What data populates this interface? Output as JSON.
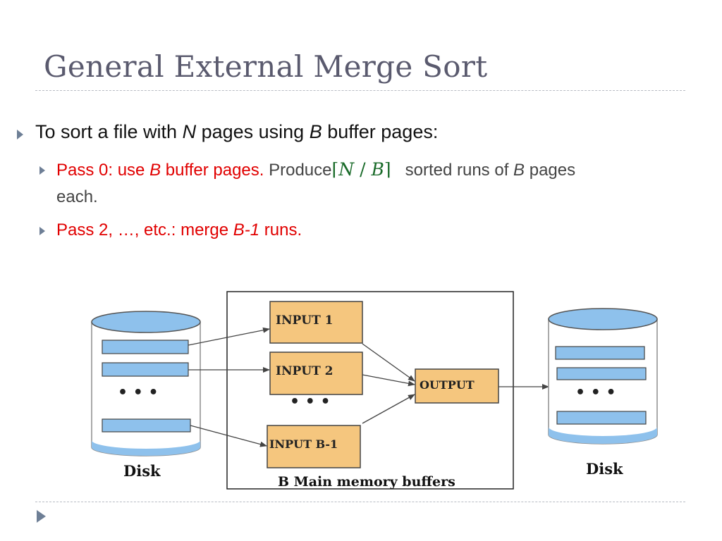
{
  "slide": {
    "title": "General External Merge Sort",
    "bullet1": {
      "pre": "To sort a file with ",
      "n": "N",
      "mid": " pages using ",
      "b": "B",
      "post": " buffer pages:"
    },
    "bullet2": {
      "red_part1": "Pass 0: use ",
      "red_b": "B",
      "red_part2": " buffer pages.",
      "produce": " Produce",
      "math_n": "N",
      "math_slash": " / ",
      "math_b": "B",
      "after_math": "sorted runs of ",
      "b2": "B",
      "pages": " pages",
      "line2": "each."
    },
    "bullet3": {
      "red_part": "Pass 2, …,  etc.:",
      "merge": " merge ",
      "b_minus_1": "B-1",
      "runs": "  runs."
    }
  },
  "diagram": {
    "input1": "INPUT 1",
    "input2": "INPUT 2",
    "inputb1": "INPUT B-1",
    "output": "OUTPUT",
    "left_disk_label": "Disk",
    "right_disk_label": "Disk",
    "memory_label": "B Main memory buffers",
    "ellipsis_left": "• • •",
    "ellipsis_mid": "• • •",
    "ellipsis_right": "• • •",
    "colors": {
      "buffer_fill": "#f5c67e",
      "disk_fill": "#8ec1ec",
      "disk_body": "#ffffff",
      "red_text": "#e10000",
      "title_text": "#5a5a6e"
    }
  }
}
